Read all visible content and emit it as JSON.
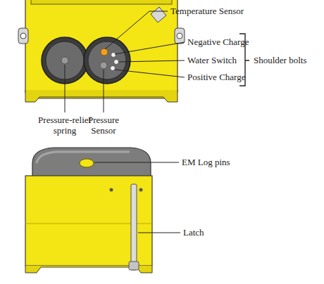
{
  "diagram": {
    "labels": [
      "Temperature Sensor",
      "Negative Charge",
      "Water Switch",
      "Positive Charge",
      "Shoulder bolts",
      "Pressure-relief spring",
      "Pressure Sensor",
      "EM Log pins",
      "Latch"
    ]
  }
}
